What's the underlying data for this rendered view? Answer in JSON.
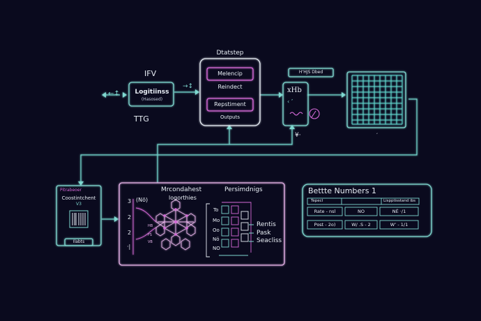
{
  "colors": {
    "background": "#0a0a1e",
    "cyan": "#5fd4cc",
    "teal": "#7fd8d0",
    "magenta": "#d56ad8",
    "pink": "#e5b2e8",
    "white": "#e8eef5"
  },
  "labels": {
    "ifv": "IFV",
    "ttg": "TTG",
    "left_arrow": "←↕",
    "mid_arrow": "→↕",
    "datastep": "Dtatstep",
    "logistics_title": "Logitiinss",
    "logistics_sub": "(Hasosed)",
    "melencip": "Melencip",
    "reindect": "Reindect",
    "repstiment": "Repstiment",
    "outputs": "Outputs",
    "hj_bed": "H‘HJS Dbed",
    "xhb": "xHb",
    "xhb_sym": "‹ ’",
    "bottom_sym": "¥·",
    "grid_dot": "‘",
    "tr_head": "Pitrabeoer",
    "tr_title": "Coostintchent",
    "tr_ver": "V3",
    "tr_foot": "Ilabts",
    "mid_title": "Mrcondahest",
    "mid_sub": "logorthies",
    "mid_num": "(Nö)",
    "perm": "Persimdnigs",
    "lnum_3": "3",
    "lnum_2a": "2",
    "lnum_2b": "2",
    "lnum_h": "·|",
    "mlab_hb": "HB",
    "mlab_fs": "FS",
    "mlab_vb": "VB",
    "to": "To",
    "mo": "Mo",
    "oo": "Oo",
    "nd": "Nö",
    "no": "NO",
    "rentis": "Rentis",
    "pask": "Pask",
    "seacliss": "Seacliss"
  },
  "table": {
    "title": "Bettte Numbers 1",
    "header": [
      "Tepecl",
      "",
      "Lispptisstand ibs"
    ],
    "rows": [
      [
        "Rate - nsl",
        "NO",
        "NÉ ·/1"
      ],
      [
        "Post - 2o)",
        "W/ .S - 2",
        "W’ - 1/1"
      ]
    ]
  }
}
